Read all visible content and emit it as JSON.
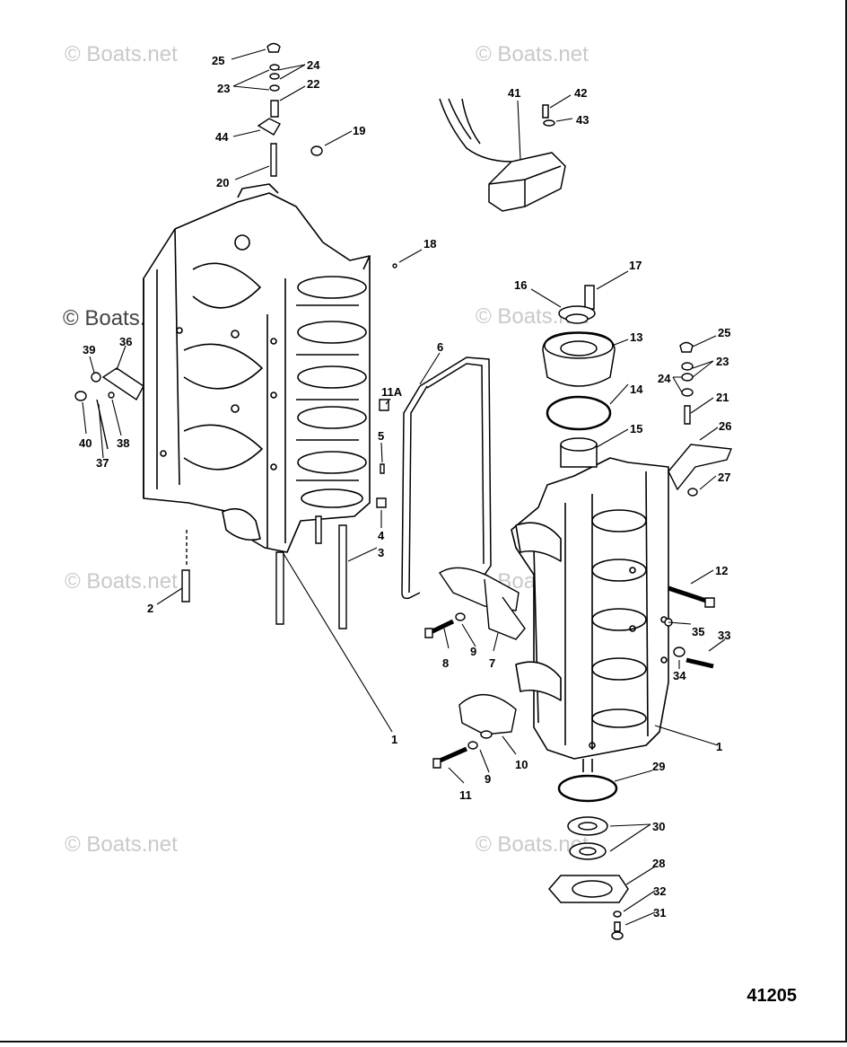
{
  "watermark": "© Boats.net",
  "figure_number": "41205",
  "callouts": {
    "c25a": "25",
    "c24a": "24",
    "c23a": "23",
    "c22": "22",
    "c44": "44",
    "c19": "19",
    "c20": "20",
    "c41": "41",
    "c42": "42",
    "c43": "43",
    "c18": "18",
    "c17": "17",
    "c16": "16",
    "c13": "13",
    "c25b": "25",
    "c24b": "24",
    "c23b": "23",
    "c21": "21",
    "c26": "26",
    "c27": "27",
    "c39": "39",
    "c36": "36",
    "c40": "40",
    "c37": "37",
    "c38": "38",
    "c6": "6",
    "c11a": "11A",
    "c14": "14",
    "c15": "15",
    "c5": "5",
    "c4": "4",
    "c3": "3",
    "c2": "2",
    "c12": "12",
    "c35": "35",
    "c33": "33",
    "c34": "34",
    "c8": "8",
    "c9a": "9",
    "c7": "7",
    "c1a": "1",
    "c1b": "1",
    "c9b": "9",
    "c10": "10",
    "c11": "11",
    "c29": "29",
    "c30": "30",
    "c28": "28",
    "c32": "32",
    "c31": "31"
  }
}
